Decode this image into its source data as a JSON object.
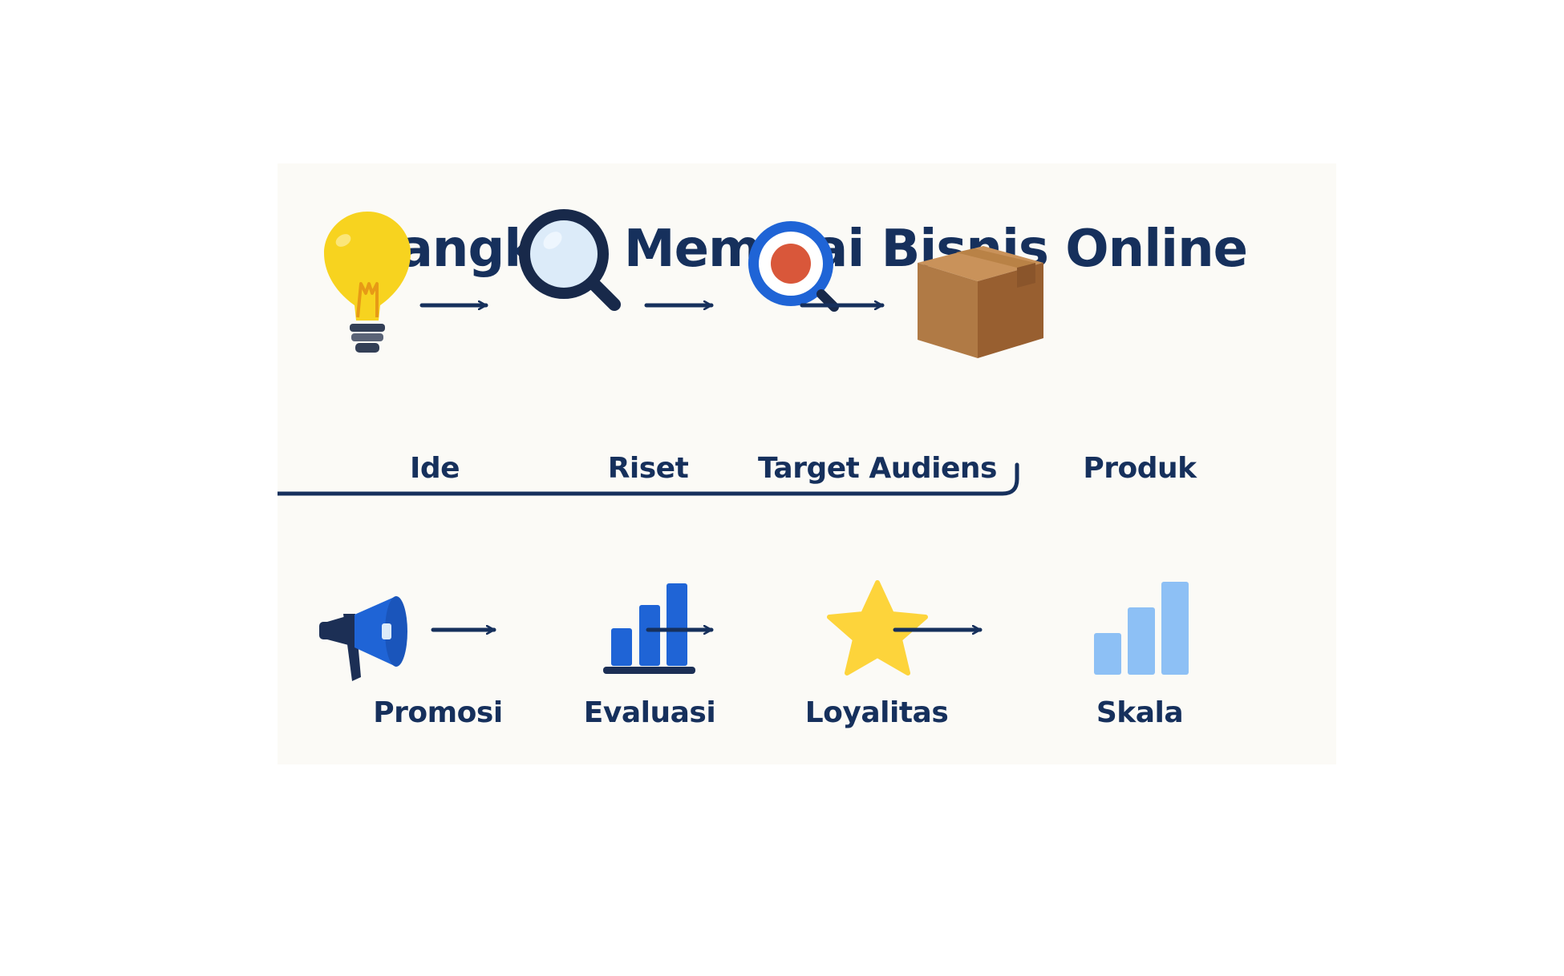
{
  "title": "Langkah Memulai Bisnis Online",
  "steps": [
    {
      "label": "Ide",
      "icon": "lightbulb-icon"
    },
    {
      "label": "Riset",
      "icon": "magnifier-icon"
    },
    {
      "label": "Target Audiens",
      "icon": "target-search-icon"
    },
    {
      "label": "Produk",
      "icon": "box-icon"
    },
    {
      "label": "Promosi",
      "icon": "megaphone-icon"
    },
    {
      "label": "Evaluasi",
      "icon": "bar-chart-icon"
    },
    {
      "label": "Loyalitas",
      "icon": "star-icon"
    },
    {
      "label": "Skala",
      "icon": "growth-bars-icon"
    }
  ],
  "colors": {
    "text": "#16305c",
    "arrow": "#16305c",
    "card_background": "#fbfaf6",
    "bulb": "#f7d31f",
    "blue": "#1f64d6",
    "light_blue": "#8dc0f5",
    "box": "#b07a45",
    "star": "#fdd43b",
    "target_red": "#d9573a"
  }
}
